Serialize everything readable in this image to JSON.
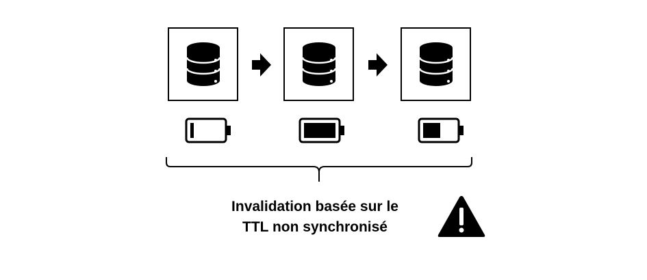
{
  "diagram": {
    "caption": {
      "line1": "Invalidation basée sur le",
      "line2": "TTL non synchronisé"
    },
    "nodes": [
      {
        "icon": "database-icon",
        "battery_level": 0.1
      },
      {
        "icon": "database-icon",
        "battery_level": 1.0
      },
      {
        "icon": "database-icon",
        "battery_level": 0.55
      }
    ],
    "connectors": [
      "arrow-right-icon",
      "arrow-right-icon"
    ],
    "alert_icon": "warning-icon",
    "colors": {
      "stroke": "#000000",
      "background": "#ffffff"
    }
  }
}
